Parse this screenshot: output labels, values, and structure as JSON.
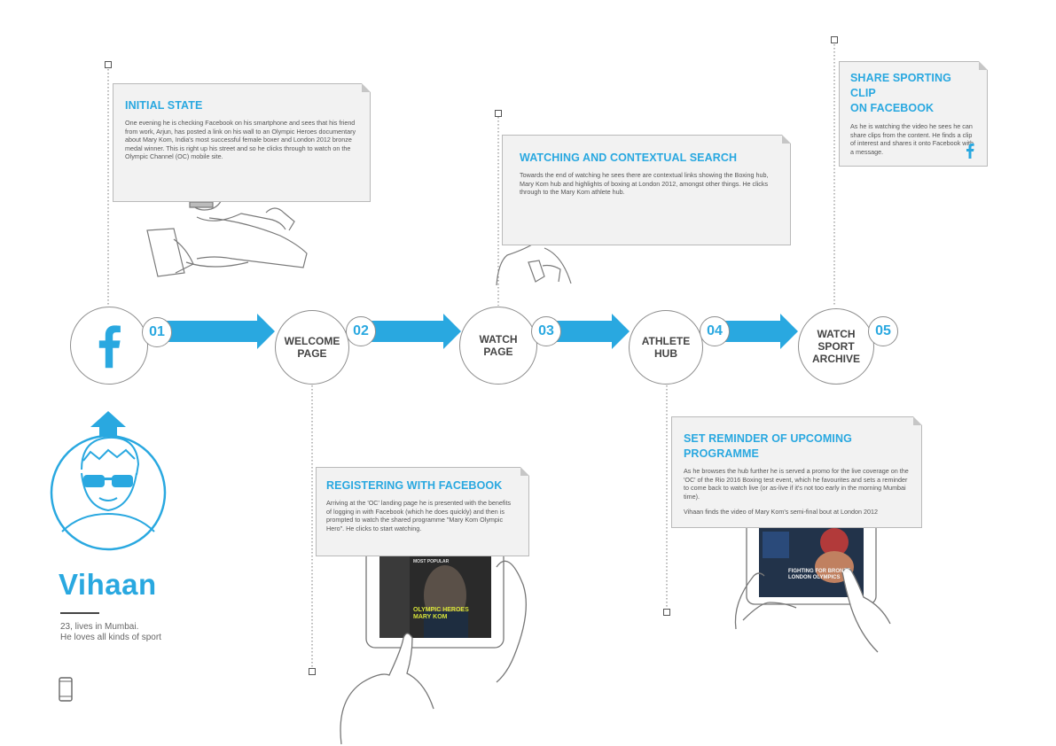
{
  "persona": {
    "name": "Vihaan",
    "desc_line1": "23, lives in Mumbai.",
    "desc_line2": "He loves all kinds of sport",
    "device_icon": "smartphone-icon",
    "avatar_icon": "user-with-sunglasses-icon"
  },
  "colors": {
    "accent": "#29a8e0",
    "card_bg": "#f2f2f2",
    "stroke": "#8e8e8e"
  },
  "steps": [
    {
      "id": "facebook",
      "icon": "facebook-icon",
      "label": "",
      "num": "01"
    },
    {
      "id": "welcome",
      "label_1": "WELCOME",
      "label_2": "PAGE",
      "num": "02"
    },
    {
      "id": "watch",
      "label_1": "WATCH",
      "label_2": "PAGE",
      "num": "03"
    },
    {
      "id": "athlete",
      "label_1": "ATHLETE",
      "label_2": "HUB",
      "num": "04"
    },
    {
      "id": "archive",
      "label_1": "WATCH",
      "label_2": "SPORT",
      "label_3": "ARCHIVE",
      "num": "05"
    }
  ],
  "cards": {
    "initial": {
      "title": "INITIAL STATE",
      "body": "One evening he is checking Facebook on his smartphone and sees that his friend from work, Arjun, has posted a link on his wall to an Olympic Heroes documentary about Mary Kom, India's most successful female boxer and London 2012 bronze medal winner. This is right up his street and so he clicks through to watch on the Olympic Channel (OC) mobile site."
    },
    "watching": {
      "title": "WATCHING AND CONTEXTUAL SEARCH",
      "body": "Towards the end of watching he sees there are contextual links showing the Boxing hub, Mary Kom hub and highlights of boxing at London 2012, amongst other things.  He clicks through to the Mary Kom athlete hub."
    },
    "share": {
      "title_1": "SHARE SPORTING CLIP",
      "title_2": "ON FACEBOOK",
      "body": "As he is watching the video he sees he can share clips from the content. He finds a clip of interest and shares it onto Facebook with a message.",
      "icon": "facebook-icon"
    },
    "registering": {
      "title": "REGISTERING WITH FACEBOOK",
      "body": "Arriving at the 'OC' landing page he is presented with the benefits of logging in with Facebook (which he does quickly) and then is prompted to watch the shared programme \"Mary Kom Olympic Hero\". He clicks to start watching."
    },
    "reminder": {
      "title": "SET REMINDER OF UPCOMING PROGRAMME",
      "body": "As he browses the hub further he is served a promo for the live coverage on the 'OC' of the Rio 2016 Boxing test event, which he favourites and sets a reminder to come back to watch live (or as-live if it's not too early in the morning Mumbai time).",
      "body2": "Vihaan finds the video of  Mary Kom's semi-final bout at London 2012"
    }
  },
  "tablets": {
    "left": {
      "header": "MOST POPULAR",
      "headline_1": "OLYMPIC HEROES",
      "headline_2": "MARY KOM"
    },
    "right": {
      "headline_1": "FIGHTING FOR BRONZE",
      "headline_2": "LONDON OLYMPICS"
    }
  }
}
